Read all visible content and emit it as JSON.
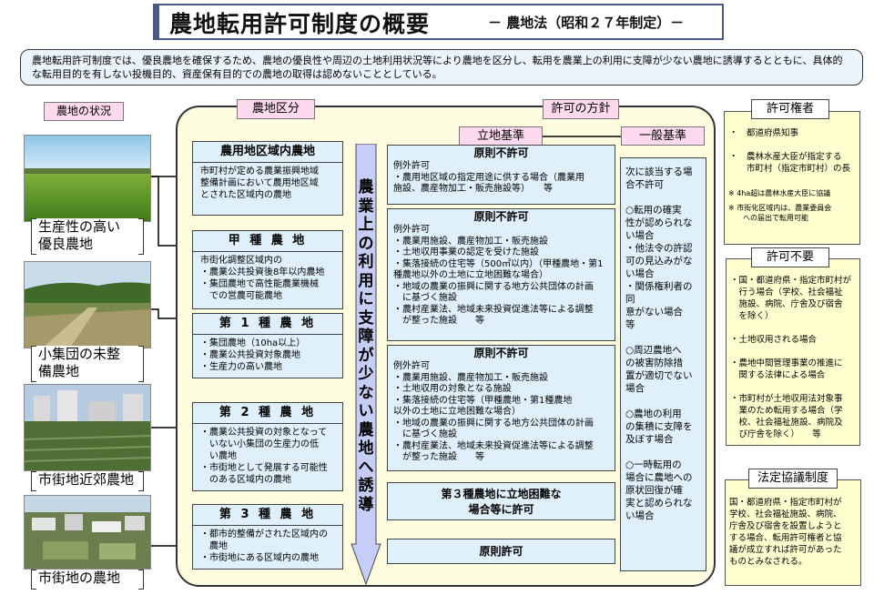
{
  "title": {
    "main": "農地転用許可制度の概要",
    "sub": "－ 農地法（昭和２７年制定）－"
  },
  "intro": "農地転用許可制度では、優良農地を確保するため、農地の優良性や周辺の土地利用状況等により農地を区分し、転用を農業上の利用に支障が少ない農地に誘導するとともに、具体的な転用目的を有しない投機目的、資産保有目的での農地の取得は認めないこととしている。",
  "headers": {
    "status": "農地の状況",
    "zone": "農地区分",
    "policy": "許可の方針",
    "ricchi": "立地基準",
    "ippan": "一般基準"
  },
  "photos": [
    {
      "caption": "生産性の高い\n優良農地"
    },
    {
      "caption": "小集団の未整\n備農地"
    },
    {
      "caption": "市街地近郊農地"
    },
    {
      "caption": "市街地の農地"
    }
  ],
  "arrow_text": "農業上の利用に支障が少ない農地へ誘導",
  "categories": [
    {
      "title": "農用地区域内農地",
      "body": "市町村が定める農業振興地域\n整備計画において農用地区域\nとされた区域内の農地"
    },
    {
      "title": "甲 種 農 地",
      "body": "市街化調整区域内の\n・農業公共投資後8年以内農地\n・集団農地で高性能農業機械\n　での営農可能農地"
    },
    {
      "title": "第 1 種 農 地",
      "body": "・集団農地（10ha以上）\n・農業公共投資対象農地\n・生産力の高い農地"
    },
    {
      "title": "第 2 種 農 地",
      "body": "・農業公共投資の対象となって\n　いない小集団の生産力の低\n　い農地\n・市街地として発展する可能性\n　のある区域内の農地"
    },
    {
      "title": "第 3 種 農 地",
      "body": "・都市的整備がされた区域内の\n　農地\n・市街地にある区域内の農地"
    }
  ],
  "policies": [
    {
      "head": "原則不許可",
      "text": "例外許可\n・農用地区域の指定用途に供する場合（農業用\n施設、農産物加工・販売施設等）　　等"
    },
    {
      "head": "原則不許可",
      "text": "例外許可\n・農業用施設、農産物加工・販売施設\n・土地収用事業の認定を受けた施設\n・集落接続の住宅等（500㎡以内）（甲種農地・第1\n種農地以外の土地に立地困難な場合）\n・地域の農業の振興に関する地方公共団体の計画\n　に基づく施設\n・農村産業法、地域未来投資促進法等による調整\n　が整った施設　　等"
    },
    {
      "head": "原則不許可",
      "text": "例外許可\n・農業用施設、農産物加工・販売施設\n・土地収用の対象となる施設\n・集落接続の住宅等（甲種農地・第1種農地\n以外の土地に立地困難な場合）\n・地域の農業の振興に関する地方公共団体の計画\n　に基づく施設\n・農村産業法、地域未来投資促進法等による調整\n　が整った施設　　等"
    },
    {
      "head": "第３種農地に立地困難な\n場合等に許可",
      "text": ""
    },
    {
      "head": "原則許可",
      "text": ""
    }
  ],
  "general_criteria": "次に該当する場\n合不許可\n\n○転用の確実\n性が認められな\nい場合\n・他法令の許認\n可の見込みがな\nい場合\n・関係権利者の同\n意がない場合\n等\n\n○周辺農地へ\nの被害防除措\n置が適切でない\n場合\n\n○農地の利用\nの集積に支障を\n及ぼす場合\n\n○一時転用の\n場合に農地への\n原状回復が確\n実と認められな\nい場合",
  "right_boxes": [
    {
      "head": "許可権者",
      "text": "・　都道府県知事\n\n・　農林水産大臣が指定する\n　　市町村（指定市町村）の長",
      "notes": [
        "※ 4ha超は農林水産大臣に協議",
        "※ 市街化区域内は、農業委員会\n　　への届出で転用可能"
      ]
    },
    {
      "head": "許可不要",
      "text": "・国・都道府県・指定市町村が\n　行う場合（学校、社会福祉\n　施設、病院、庁舎及び宿舎\n　を除く）\n\n・土地収用される場合\n\n・農地中間管理事業の推進に\n　関する法律による場合\n\n・市町村が土地収用法対象事\n　業のため転用する場合（学\n　校、社会福祉施設、病院及\n　び庁舎を除く）　　等",
      "notes": []
    },
    {
      "head": "法定協議制度",
      "text": "国・都道府県・指定市町村が\n学校、社会福祉施設、病院、\n庁舎及び宿舎を設置しようと\nする場合、転用許可権者と協\n議が成立すれば許可があった\nものとみなされる。",
      "notes": []
    }
  ]
}
